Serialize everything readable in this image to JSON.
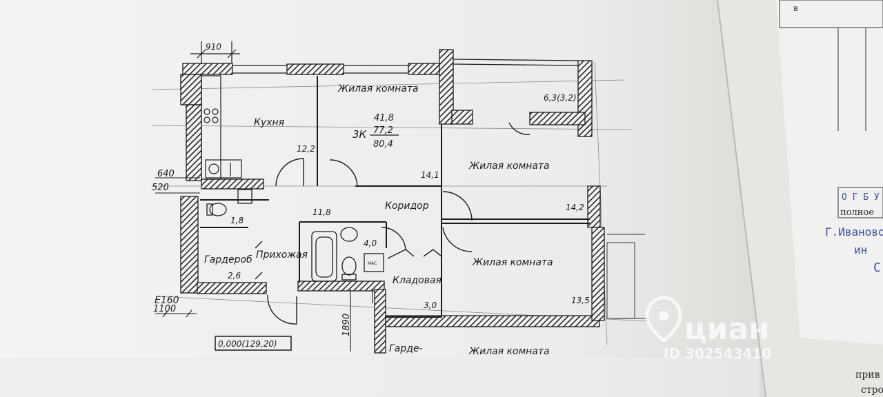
{
  "photo": {
    "subject": "apartment floor plan on paper",
    "colors": {
      "paper": "#f2f2f0",
      "paper_shadow": "#d9d9d6",
      "ink": "#1c1c1c",
      "stamp": "#3a4fa0",
      "watermark": "#ffffff"
    }
  },
  "plan": {
    "rooms": {
      "living_top": "Жилая комната",
      "kitchen": "Кухня",
      "kitchen_area": "12,2",
      "area_living": "41,8",
      "apt_type": "3К",
      "area_total": "77,2",
      "area_total_balcony": "80,4",
      "living_top_area": "14,1",
      "balcony": "6,3(3,2)",
      "living_mid": "Жилая комната",
      "living_mid_area": "14,2",
      "corridor": "Коридор",
      "corridor_area": "11,8",
      "wc_area": "1,8",
      "bath_area": "4,0",
      "wardrobe": "Гардероб",
      "hall": "Прихожая",
      "wardrobe_area": "2,6",
      "storage": "Кладовая",
      "storage_area": "3,0",
      "living_low": "Жилая комната",
      "living_low_area": "13,5",
      "neighbor_wardrobe": "Гарде-",
      "neighbor_living": "Жилая комната"
    },
    "dims": {
      "top": "910",
      "left_1": "640",
      "left_2": "520",
      "e_mark": "E160",
      "bottom_left": "1100",
      "bottom_mid": "1890",
      "level": "0,000(129,20)",
      "washer": "МАС"
    }
  },
  "side_doc": {
    "stamp_top": "О Г Б У",
    "line_1": "полное",
    "line_2": "Г.Иваново,",
    "line_3": "ин",
    "line_4": "С",
    "bottom_1": "прив",
    "bottom_2": "стро",
    "corner": "в"
  },
  "watermark": {
    "brand": "циан",
    "id": "ID 302543410"
  }
}
